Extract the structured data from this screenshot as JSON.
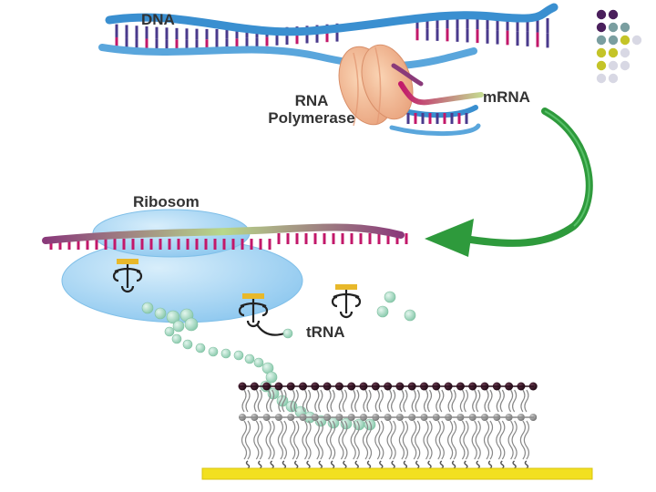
{
  "labels": {
    "dna": "DNA",
    "rna_line1": "RNA",
    "rna_line2": "Polymerase",
    "mrna": "mRNA",
    "ribosome": "Ribosom",
    "trna": "tRNA"
  },
  "colors": {
    "dna_strand": "#3a8fd0",
    "dna_strand_light": "#6ab4e6",
    "base_purple": "#4a3a8c",
    "base_magenta": "#c2186a",
    "polymerase": "#f0b48c",
    "mrna_start": "#8a3a7a",
    "mrna_end": "#b8d88a",
    "ribosome": "#a8d8f4",
    "amino_acid": "#9fd6bf",
    "arrow": "#2e9a3c",
    "anticodon": "#e8b82a",
    "membrane_head_dark": "#2a0f1c",
    "membrane_head_gray": "#8a8a8a",
    "membrane_tail": "#888888",
    "surface": "#f2e020"
  },
  "palette_grid": [
    [
      "#4a1f5c",
      "#4a1f5c",
      "",
      ""
    ],
    [
      "#4a1f5c",
      "#7a9ea0",
      "#7a9ea0",
      ""
    ],
    [
      "#7a9ea0",
      "#7a9ea0",
      "#c4c428",
      "#d8d8e4"
    ],
    [
      "#c4c428",
      "#c4c428",
      "#d8d8e4",
      ""
    ],
    [
      "#c4c428",
      "#d8d8e4",
      "#d8d8e4",
      ""
    ],
    [
      "#d8d8e4",
      "#d8d8e4",
      "",
      ""
    ]
  ]
}
